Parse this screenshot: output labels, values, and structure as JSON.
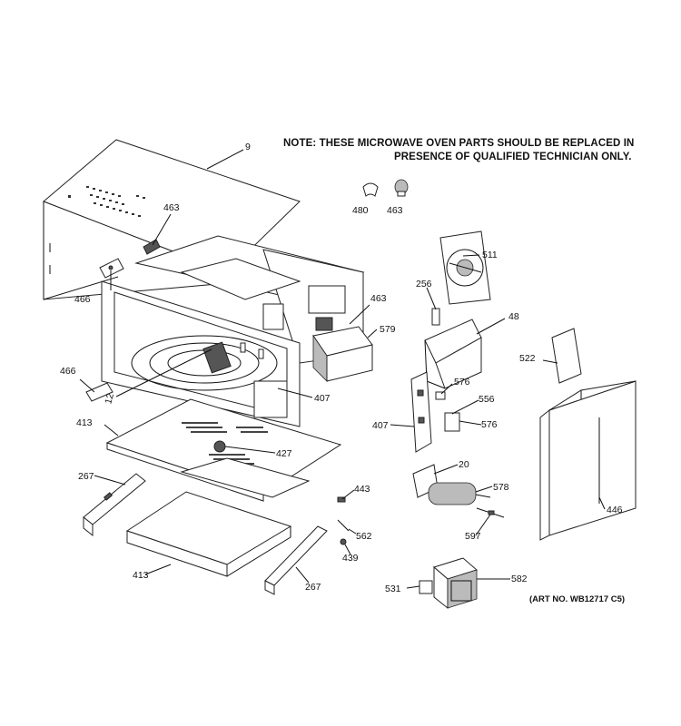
{
  "note": {
    "line1": "NOTE: THESE MICROWAVE OVEN PARTS SHOULD BE REPLACED IN",
    "line2": "PRESENCE OF QUALIFIED TECHNICIAN ONLY."
  },
  "art_number": "(ART NO. WB12717 C5)",
  "callouts": [
    {
      "id": "c-9",
      "label": "9"
    },
    {
      "id": "c-463-top",
      "label": "463"
    },
    {
      "id": "c-480",
      "label": "480"
    },
    {
      "id": "c-463-left",
      "label": "463"
    },
    {
      "id": "c-511",
      "label": "511"
    },
    {
      "id": "c-466-a",
      "label": "466"
    },
    {
      "id": "c-256",
      "label": "256"
    },
    {
      "id": "c-463-mid",
      "label": "463"
    },
    {
      "id": "c-48",
      "label": "48"
    },
    {
      "id": "c-579",
      "label": "579"
    },
    {
      "id": "c-522",
      "label": "522"
    },
    {
      "id": "c-466-b",
      "label": "466"
    },
    {
      "id": "c-576-a",
      "label": "576"
    },
    {
      "id": "c-12",
      "label": "12"
    },
    {
      "id": "c-407-a",
      "label": "407"
    },
    {
      "id": "c-556",
      "label": "556"
    },
    {
      "id": "c-413-a",
      "label": "413"
    },
    {
      "id": "c-407-b",
      "label": "407"
    },
    {
      "id": "c-576-b",
      "label": "576"
    },
    {
      "id": "c-427",
      "label": "427"
    },
    {
      "id": "c-267-a",
      "label": "267"
    },
    {
      "id": "c-20",
      "label": "20"
    },
    {
      "id": "c-443",
      "label": "443"
    },
    {
      "id": "c-578",
      "label": "578"
    },
    {
      "id": "c-446",
      "label": "446"
    },
    {
      "id": "c-562",
      "label": "562"
    },
    {
      "id": "c-597",
      "label": "597"
    },
    {
      "id": "c-439",
      "label": "439"
    },
    {
      "id": "c-413-b",
      "label": "413"
    },
    {
      "id": "c-267-b",
      "label": "267"
    },
    {
      "id": "c-582",
      "label": "582"
    },
    {
      "id": "c-531",
      "label": "531"
    }
  ]
}
